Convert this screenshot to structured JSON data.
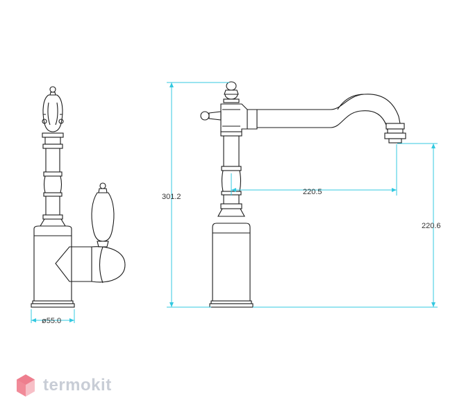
{
  "dimensions": {
    "base_diameter": "ø55.0",
    "total_height": "301.2",
    "spout_reach": "220.5",
    "spout_height": "220.6"
  },
  "brand": {
    "name": "termokit",
    "logo_color": "#e8495f",
    "text_color": "#c8cdd6"
  },
  "colors": {
    "dimension_line": "#33c8e0",
    "outline": "#1a1a1a"
  }
}
